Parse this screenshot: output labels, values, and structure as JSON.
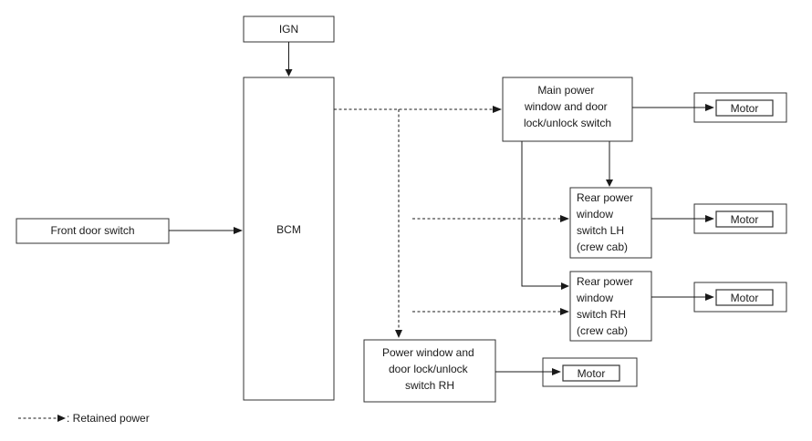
{
  "nodes": {
    "ign": "IGN",
    "bcm": "BCM",
    "front_door_switch": "Front door switch",
    "main_switch": [
      "Main power",
      "window and door",
      "lock/unlock switch"
    ],
    "rear_lh": [
      "Rear power",
      "window",
      "switch LH",
      "(crew cab)"
    ],
    "rear_rh": [
      "Rear power",
      "window",
      "switch RH",
      "(crew cab)"
    ],
    "pw_rh": [
      "Power window and",
      "door lock/unlock",
      "switch RH"
    ],
    "motor_1": "Motor",
    "motor_2": "Motor",
    "motor_3": "Motor",
    "motor_4": "Motor"
  },
  "legend": {
    "text": ": Retained power"
  }
}
